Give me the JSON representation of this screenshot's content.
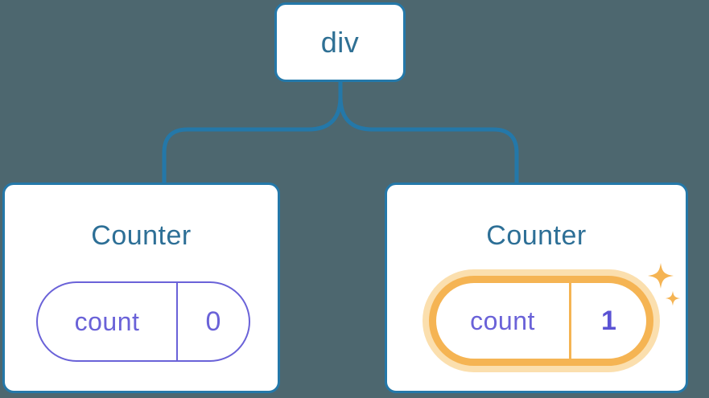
{
  "diagram": {
    "root_node": {
      "label": "div"
    },
    "counters": [
      {
        "title": "Counter",
        "state_key": "count",
        "state_value": "0",
        "highlighted": false
      },
      {
        "title": "Counter",
        "state_key": "count",
        "state_value": "1",
        "highlighted": true
      }
    ]
  },
  "colors": {
    "background": "#4d676f",
    "line_blue": "#2478a9",
    "title_blue": "#2d6f96",
    "node_label_blue": "#2f7094",
    "state_purple": "#6a62d8",
    "changed_value_purple": "#5b53d4",
    "highlight_orange": "#f5b453",
    "highlight_halo": "#fbdfae",
    "card_background": "#ffffff"
  }
}
